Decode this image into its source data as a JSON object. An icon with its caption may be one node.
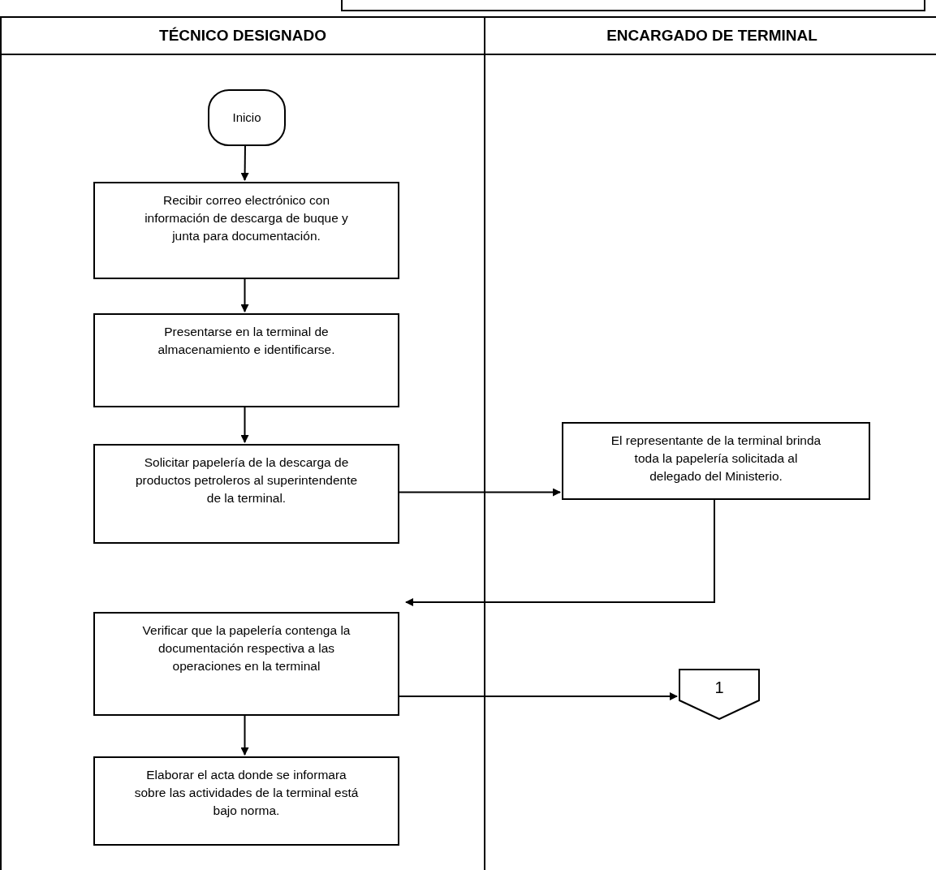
{
  "diagram": {
    "nodes": [
      {
        "text": [
          "TÉCNICO DESIGNADO"
        ]
      },
      {
        "text": [
          "Inicio"
        ],
        "in": 0
      },
      {
        "text": [
          "Recibir correo electrónico con información de descarga de buque y junta para documentación."
        ],
        "in": 0
      },
      {
        "text": [
          "Presentarse en la terminal de almacenamiento e identificarse."
        ],
        "in": 0
      },
      {
        "text": [
          "Solicitar papelería de la descarga de productos petroleros al superintendente de la terminal."
        ],
        "in": 0
      },
      {
        "text": [
          "Verificar que la papelería contenga la documentación respectiva a las operaciones en la terminal"
        ],
        "in": 0
      },
      {
        "text": [
          "Elaborar el acta donde se informara sobre las actividades de la terminal está bajo norma."
        ],
        "in": 0
      },
      {
        "text": [
          "ENCARGADO DE TERMINAL"
        ]
      },
      {
        "text": [
          "El representante de la terminal brinda toda la papelería solicitada al delegado del Ministerio."
        ],
        "in": 7
      },
      {
        "text": [
          "1"
        ],
        "in": 7
      }
    ],
    "edges": [
      {
        "from": 1,
        "to": 2,
        "arrow": "to"
      },
      {
        "from": 2,
        "to": 3,
        "arrow": "to"
      },
      {
        "from": 3,
        "to": 4,
        "arrow": "to"
      },
      {
        "from": 4,
        "to": 8,
        "arrow": "to"
      },
      {
        "from": 8,
        "to": 5,
        "arrow": "to"
      },
      {
        "from": 5,
        "to": 9,
        "arrow": "to"
      },
      {
        "from": 5,
        "to": 6,
        "arrow": "to"
      }
    ]
  }
}
